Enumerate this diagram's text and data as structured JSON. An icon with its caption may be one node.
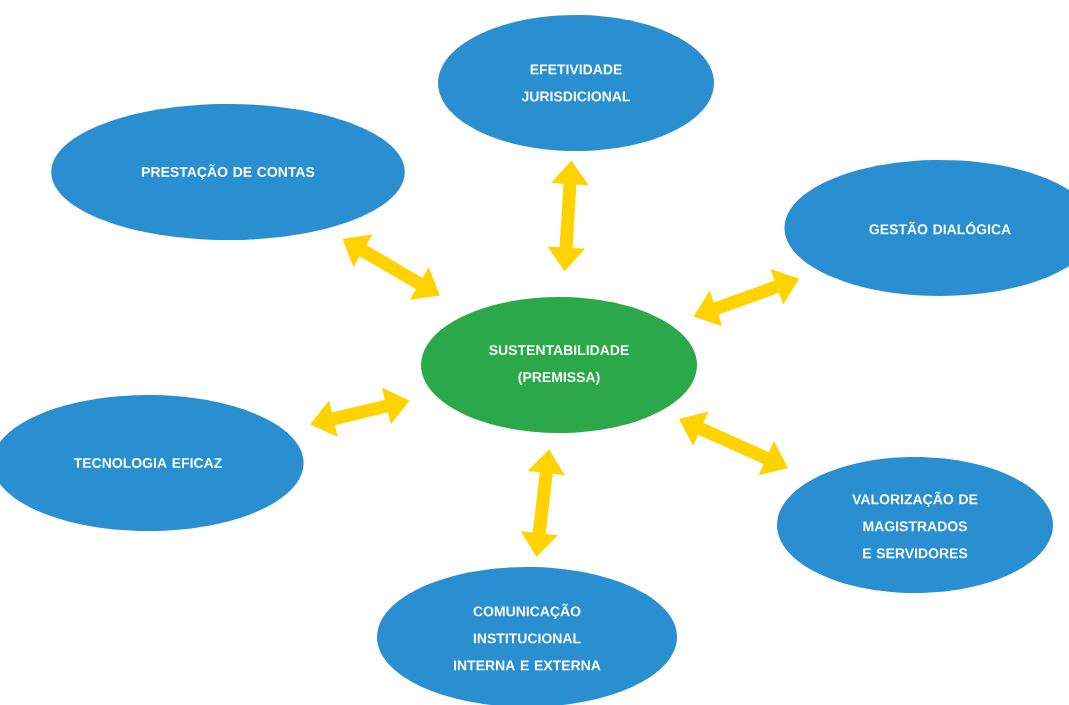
{
  "diagram": {
    "nodes": [
      {
        "text": [
          "EFETIVIDADE JURISDICIONAL"
        ]
      },
      {
        "text": [
          "PRESTAÇÃO DE CONTAS"
        ]
      },
      {
        "text": [
          "GESTÃO DIALÓGICA"
        ]
      },
      {
        "text": [
          "SUSTENTABILIDADE (PREMISSA)"
        ]
      },
      {
        "text": [
          "TECNOLOGIA EFICAZ"
        ]
      },
      {
        "text": [
          "VALORIZAÇÃO DE MAGISTRADOS E SERVIDORES"
        ]
      },
      {
        "text": [
          "COMUNICAÇÃO INSTITUCIONAL INTERNA E EXTERNA"
        ]
      }
    ],
    "edges": [
      {
        "from": 3,
        "to": 0,
        "arrow": "both"
      },
      {
        "from": 3,
        "to": 1,
        "arrow": "both"
      },
      {
        "from": 3,
        "to": 2,
        "arrow": "both"
      },
      {
        "from": 3,
        "to": 4,
        "arrow": "both"
      },
      {
        "from": 3,
        "to": 5,
        "arrow": "both"
      },
      {
        "from": 3,
        "to": 6,
        "arrow": "both"
      }
    ]
  }
}
